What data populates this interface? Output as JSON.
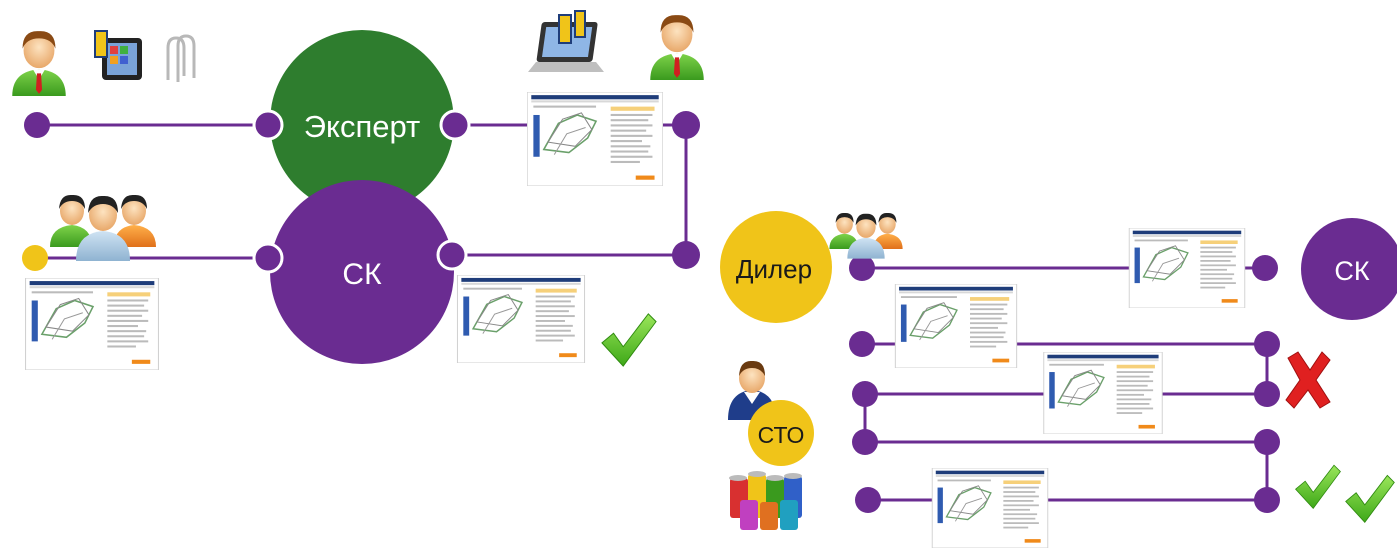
{
  "diagram": {
    "colors": {
      "purple": "#6a2c91",
      "green": "#2e7d2e",
      "yellow": "#f0c419",
      "check": "#5cc82a",
      "cross": "#e02020",
      "line": "#6a2c91"
    },
    "nodes": {
      "expert": "Эксперт",
      "sk_left": "СК",
      "dealer": "Дилер",
      "sk_right": "СК",
      "sto": "СТО"
    },
    "icons": [
      "person-icon",
      "dat-tablet-icon",
      "paperclip-icon",
      "dat-laptop-icon",
      "group-icon",
      "repair-person-icon",
      "paint-cans-icon",
      "checkmark-icon",
      "cross-icon"
    ]
  }
}
